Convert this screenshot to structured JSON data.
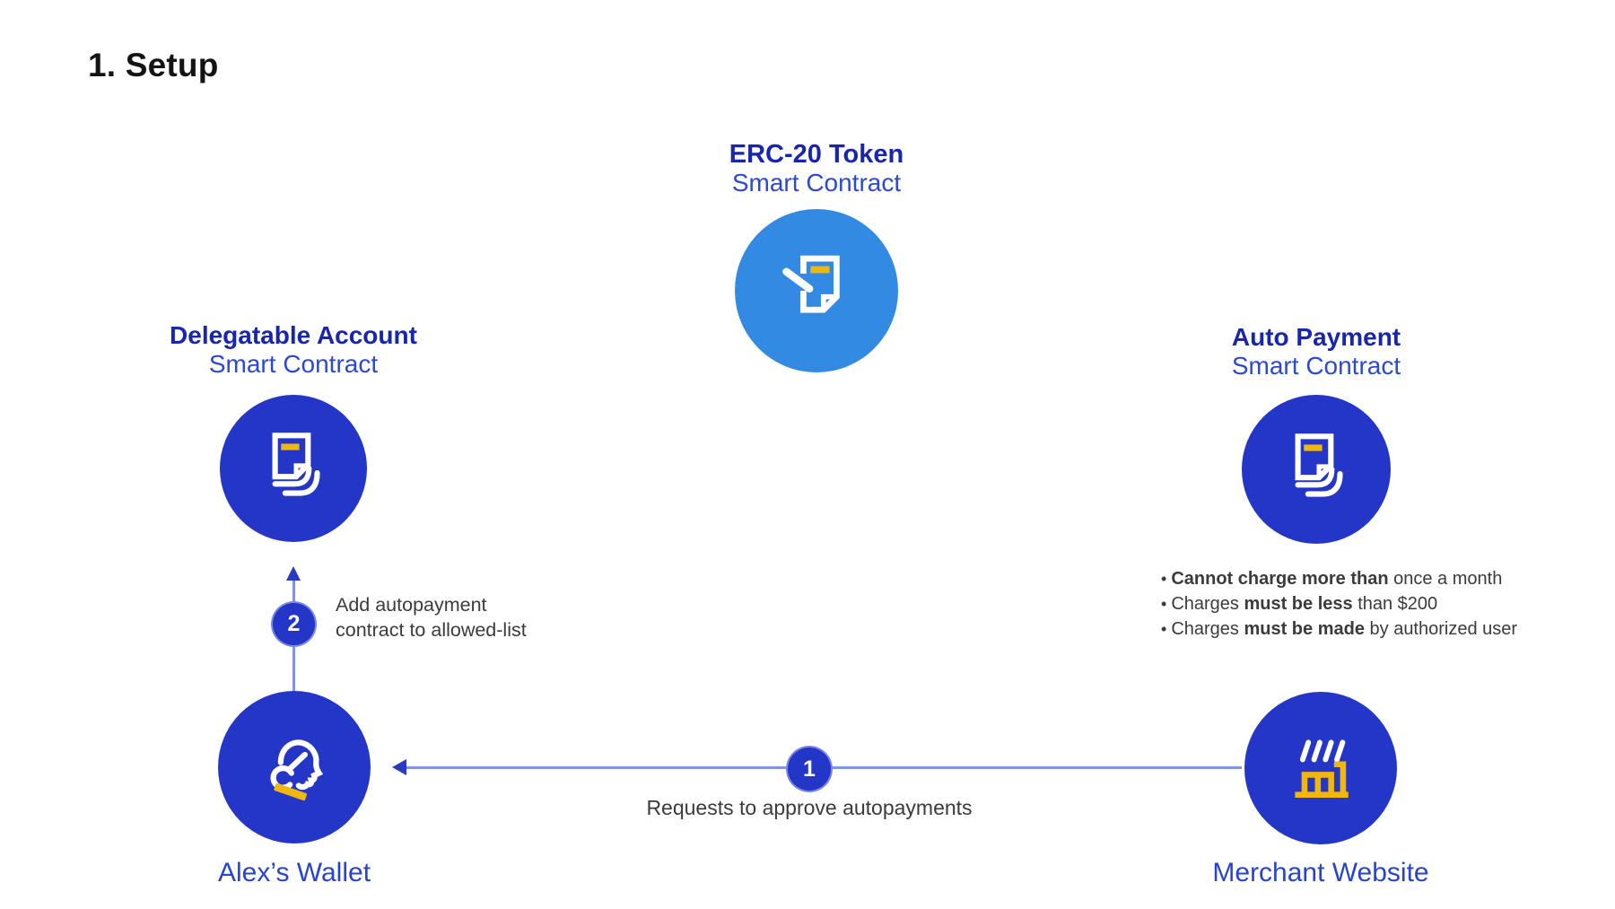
{
  "title": "1. Setup",
  "colors": {
    "circle_dark_blue": "#2436c8",
    "circle_light_blue": "#338ae3",
    "accent_yellow": "#f2b70d",
    "heading_bold_blue": "#1726ad",
    "heading_blue": "#2c49d4",
    "node_label_blue": "#2744d0",
    "body_text": "#3b3b3b",
    "line_blue": "#8591e3"
  },
  "nodes": {
    "erc20": {
      "title": "ERC-20 Token",
      "subtitle": "Smart Contract",
      "icon": "document-pencil-icon"
    },
    "delegatable": {
      "title": "Delegatable Account",
      "subtitle": "Smart Contract",
      "icon": "smart-contract-document-icon"
    },
    "autopayment": {
      "title": "Auto Payment",
      "subtitle": "Smart Contract",
      "icon": "smart-contract-document-icon",
      "rules": [
        {
          "pre": "",
          "bold": "Cannot charge more than",
          "post": " once a month"
        },
        {
          "pre": "Charges ",
          "bold": "must be less",
          "post": " than $200"
        },
        {
          "pre": "Charges ",
          "bold": "must be made",
          "post": " by authorized user"
        }
      ]
    },
    "wallet": {
      "label": "Alex’s Wallet",
      "icon": "person-profile-icon"
    },
    "merchant": {
      "label": "Merchant Website",
      "icon": "storefront-icon"
    }
  },
  "steps": {
    "step1": {
      "number": "1",
      "label": "Requests to approve autopayments"
    },
    "step2": {
      "number": "2",
      "label": "Add autopayment\ncontract to allowed-list"
    }
  }
}
